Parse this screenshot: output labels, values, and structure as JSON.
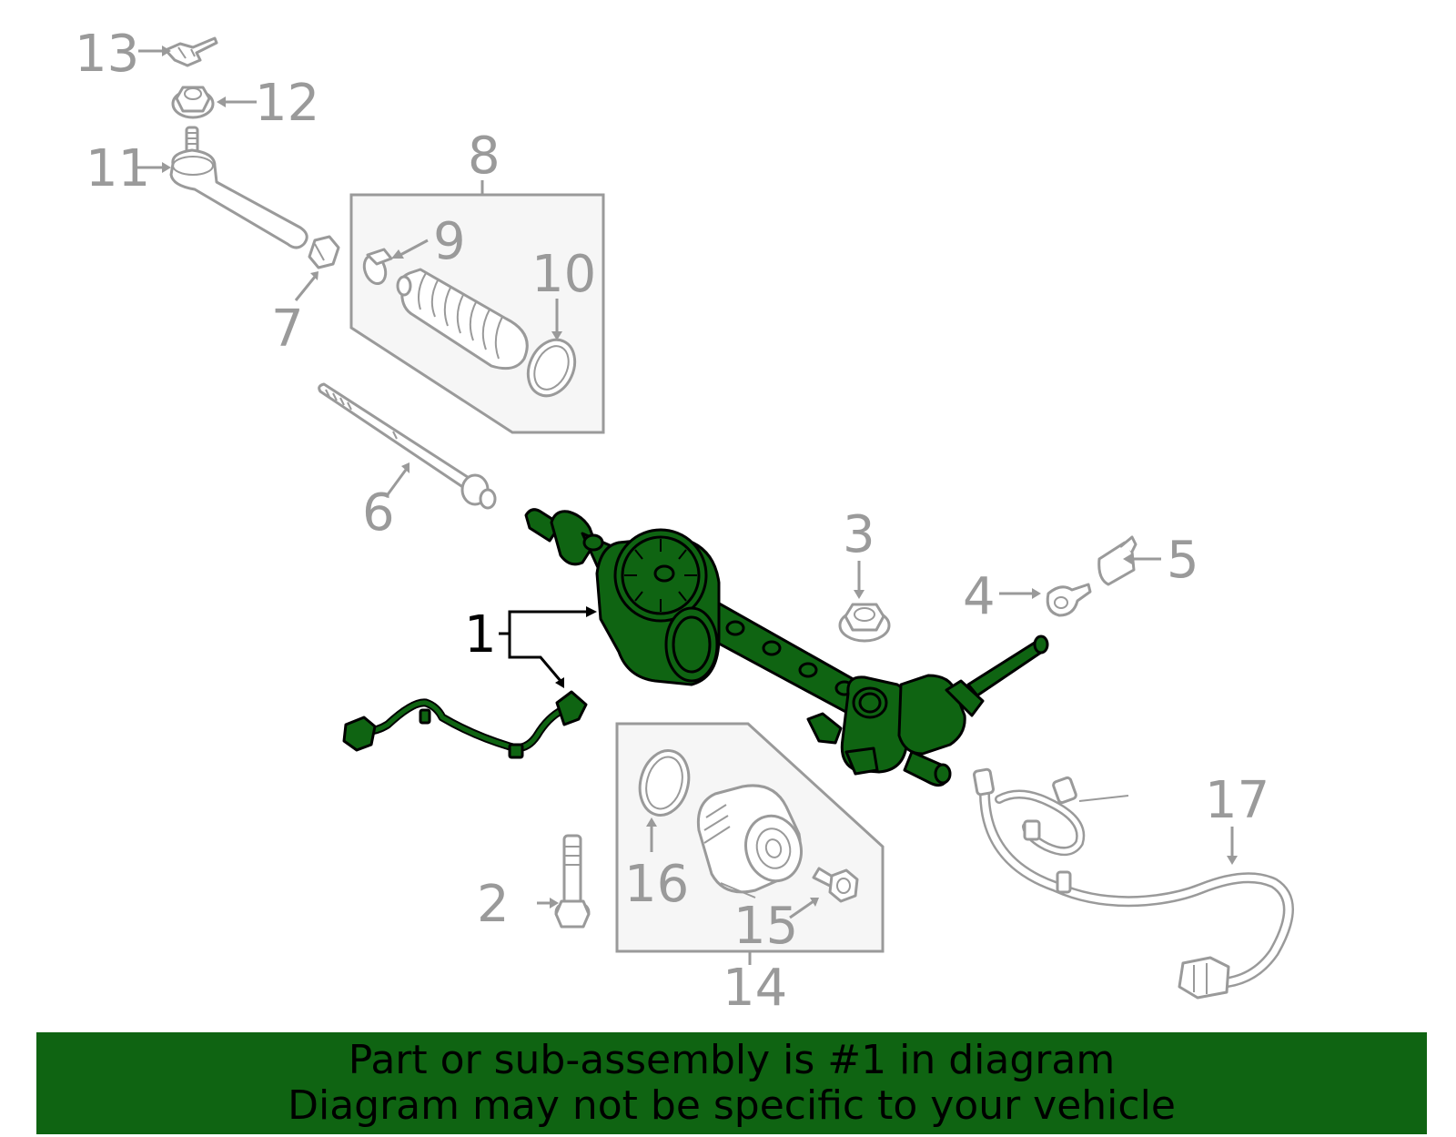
{
  "colors": {
    "highlight": "#0f6412",
    "outline": "#9a9a9a",
    "label_main": "#000000",
    "banner_bg": "#0f6412"
  },
  "callouts": {
    "c1": "1",
    "c2": "2",
    "c3": "3",
    "c4": "4",
    "c5": "5",
    "c6": "6",
    "c7": "7",
    "c8": "8",
    "c9": "9",
    "c10": "10",
    "c11": "11",
    "c12": "12",
    "c13": "13",
    "c14": "14",
    "c15": "15",
    "c16": "16",
    "c17": "17"
  },
  "banner": {
    "line1": "Part or sub-assembly is #1 in diagram",
    "line2": "Diagram may not be specific to your vehicle"
  }
}
